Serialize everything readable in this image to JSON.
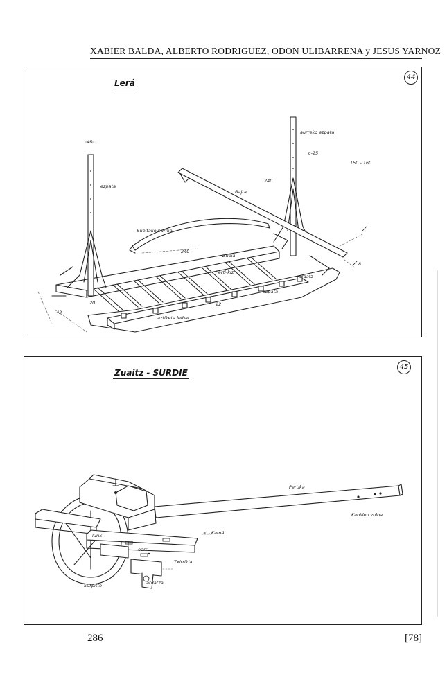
{
  "header": {
    "running_title": "XABIER BALDA, ALBERTO RODRIGUEZ, ODON ULIBARRENA y JESUS YARNOZ"
  },
  "figures": [
    {
      "number": "44",
      "title": "Lerá",
      "labels": {
        "ezpata": "ezpata",
        "aurreko_ezpata": "aurreko ezpata",
        "baira": "Bajra",
        "bueltako_burnia": "Bueltako burnia",
        "perti": "Perti-kiz",
        "zubia": "Zubia",
        "ardatz": "ardatz",
        "ezpata2": "ezpata",
        "aztiketa": "aztiketa lelbai",
        "dim_45": "45",
        "dim_240": "240",
        "dim_150": "150 - 160",
        "dim_240b": "240",
        "dim_22": "22",
        "dim_42": "42",
        "dim_20": "20",
        "dim_c25": "c-25",
        "dim_8": "8"
      }
    },
    {
      "number": "45",
      "title": "Zuaitz - SURDIE",
      "labels": {
        "pertika": "Pertika",
        "kabillen": "Kabillen zuloa",
        "kamaa": "< - Kamá",
        "lurik": "lurik",
        "oarr": "oarr",
        "txirrikia": "Txirrikia",
        "ardatza": "ardatza",
        "surpitte": "Surpitte"
      }
    }
  ],
  "footer": {
    "page_number": "286",
    "bracket_number": "[78]"
  }
}
